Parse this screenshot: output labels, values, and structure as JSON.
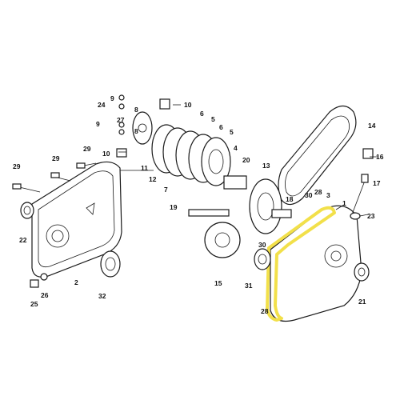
{
  "diagram": {
    "highlight_color": "#f2e04a",
    "line_color": "#1a1a1a",
    "callouts": [
      {
        "id": "c1",
        "text": "1"
      },
      {
        "id": "c2",
        "text": "2"
      },
      {
        "id": "c3",
        "text": "3"
      },
      {
        "id": "c4",
        "text": "4"
      },
      {
        "id": "c5a",
        "text": "5"
      },
      {
        "id": "c5b",
        "text": "5"
      },
      {
        "id": "c6a",
        "text": "6"
      },
      {
        "id": "c6b",
        "text": "6"
      },
      {
        "id": "c7",
        "text": "7"
      },
      {
        "id": "c8a",
        "text": "8"
      },
      {
        "id": "c8b",
        "text": "8"
      },
      {
        "id": "c9a",
        "text": "9"
      },
      {
        "id": "c9b",
        "text": "9"
      },
      {
        "id": "c10a",
        "text": "10"
      },
      {
        "id": "c10b",
        "text": "10"
      },
      {
        "id": "c11",
        "text": "11"
      },
      {
        "id": "c12",
        "text": "12"
      },
      {
        "id": "c13",
        "text": "13"
      },
      {
        "id": "c14",
        "text": "14"
      },
      {
        "id": "c15",
        "text": "15"
      },
      {
        "id": "c16",
        "text": "16"
      },
      {
        "id": "c17",
        "text": "17"
      },
      {
        "id": "c18",
        "text": "18"
      },
      {
        "id": "c19",
        "text": "19"
      },
      {
        "id": "c20",
        "text": "20"
      },
      {
        "id": "c21",
        "text": "21"
      },
      {
        "id": "c22",
        "text": "22"
      },
      {
        "id": "c23",
        "text": "23"
      },
      {
        "id": "c24",
        "text": "24"
      },
      {
        "id": "c25",
        "text": "25"
      },
      {
        "id": "c26",
        "text": "26"
      },
      {
        "id": "c27",
        "text": "27"
      },
      {
        "id": "c28a",
        "text": "28"
      },
      {
        "id": "c28b",
        "text": "28"
      },
      {
        "id": "c29a",
        "text": "29"
      },
      {
        "id": "c29b",
        "text": "29"
      },
      {
        "id": "c29c",
        "text": "29"
      },
      {
        "id": "c30a",
        "text": "30"
      },
      {
        "id": "c30b",
        "text": "30"
      },
      {
        "id": "c31",
        "text": "31"
      },
      {
        "id": "c32",
        "text": "32"
      }
    ]
  }
}
